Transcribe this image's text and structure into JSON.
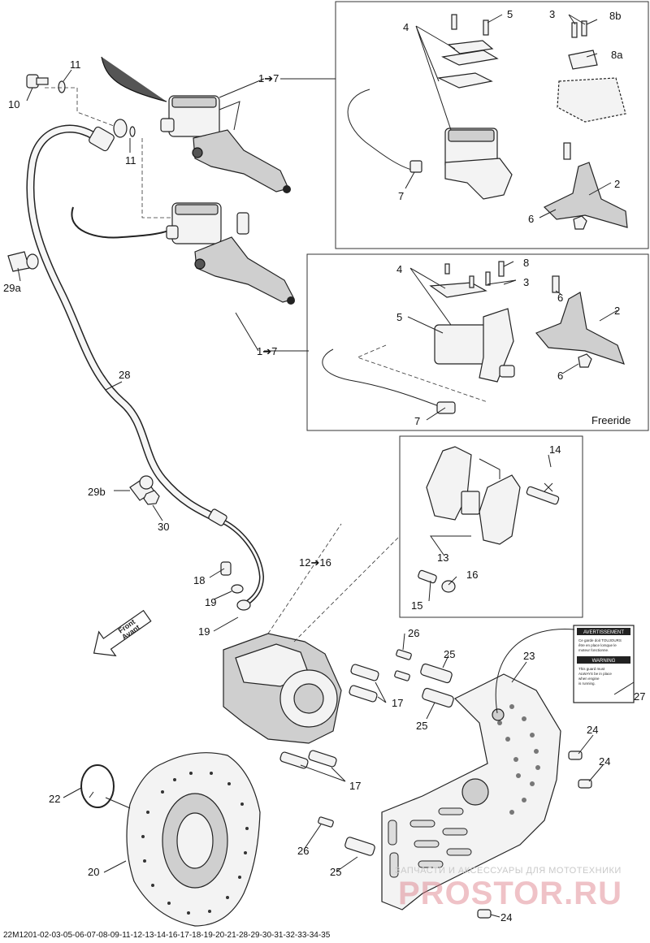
{
  "callouts": {
    "c10": "10",
    "c11a": "11",
    "c11b": "11",
    "c1to7a": "1➔7",
    "c1to7b": "1➔7",
    "c29a": "29a",
    "c28": "28",
    "c29b": "29b",
    "c30": "30",
    "box1_c4": "4",
    "box1_c5": "5",
    "box1_c3": "3",
    "box1_c8b": "8b",
    "box1_c8a": "8a",
    "box1_c7": "7",
    "box1_c2": "2",
    "box1_c6": "6",
    "box2_c4": "4",
    "box2_c8": "8",
    "box2_c3": "3",
    "box2_c5": "5",
    "box2_c6a": "6",
    "box2_c2": "2",
    "box2_c6b": "6",
    "box2_c7": "7",
    "box3_c14": "14",
    "box3_c13": "13",
    "box3_c16": "16",
    "box3_c15": "15",
    "c12to16": "12➔16",
    "c18": "18",
    "c19a": "19",
    "c19b": "19",
    "c26a": "26",
    "c25a": "25",
    "c25b": "25",
    "c17a": "17",
    "c17b": "17",
    "c23": "23",
    "c27": "27",
    "c24a": "24",
    "c24b": "24",
    "c24c": "24",
    "c22": "22",
    "c20": "20",
    "c26b": "26",
    "c25c": "25"
  },
  "box2_label": "Freeride",
  "front_arrow": {
    "line1": "Front",
    "line2": "Avant"
  },
  "warning_label": {
    "title1": "AVERTISSEMENT",
    "text1a": "Ce garde doit TOUJOURS",
    "text1b": "être en place lorsque le",
    "text1c": "moteur fonctionne.",
    "title2": "WARNING",
    "text2a": "This guard must",
    "text2b": "ALWAYS be in place",
    "text2c": "when engine",
    "text2d": "is running."
  },
  "footer": "22M1201-02-03-05-06-07-08-09-11-12-13-14-16-17-18-19-20-21-28-29-30-31-32-33-34-35",
  "watermark": {
    "line1": "ЗАПЧАСТИ И АКСЕССУАРЫ ДЛЯ МОТОТЕХНИКИ",
    "line2": "PROSTOR.RU"
  }
}
